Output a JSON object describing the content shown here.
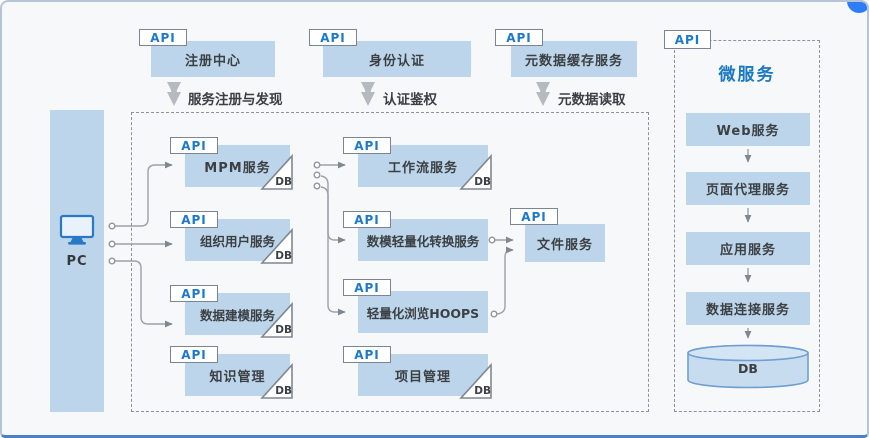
{
  "api_label": "API",
  "db_label": "DB",
  "client": {
    "label": "PC"
  },
  "top_services": [
    {
      "name": "注册中心",
      "flow_label": "服务注册与发现"
    },
    {
      "name": "身份认证",
      "flow_label": "认证鉴权"
    },
    {
      "name": "元数据缓存服务",
      "flow_label": "元数据读取"
    }
  ],
  "platform": {
    "col_a": [
      {
        "name": "MPM服务",
        "has_db": true
      },
      {
        "name": "组织用户服务",
        "has_db": true
      },
      {
        "name": "数据建模服务",
        "has_db": true
      },
      {
        "name": "知识管理",
        "has_db": true
      }
    ],
    "col_b": [
      {
        "name": "工作流服务",
        "has_db": true
      },
      {
        "name": "数模轻量化转换服务",
        "has_db": false
      },
      {
        "name": "轻量化浏览HOOPS",
        "has_db": false
      },
      {
        "name": "项目管理",
        "has_db": true
      }
    ],
    "col_c": [
      {
        "name": "文件服务",
        "has_db": false
      }
    ]
  },
  "microservices": {
    "title": "微服务",
    "chain": [
      "Web服务",
      "页面代理服务",
      "应用服务",
      "数据连接服务"
    ],
    "db_label": "DB"
  },
  "colors": {
    "box_fill": "#bcd5ea",
    "accent_blue": "#1d79c9",
    "text_dark": "#3c4043",
    "connector_gray": "#9aa1a7",
    "double_arrow_gray": "#b4bac0",
    "dashed_border_gray": "#8d9399",
    "frame_bottom_blue": "#4a80c4",
    "corner_dot_blue": "#2e7cf6"
  }
}
